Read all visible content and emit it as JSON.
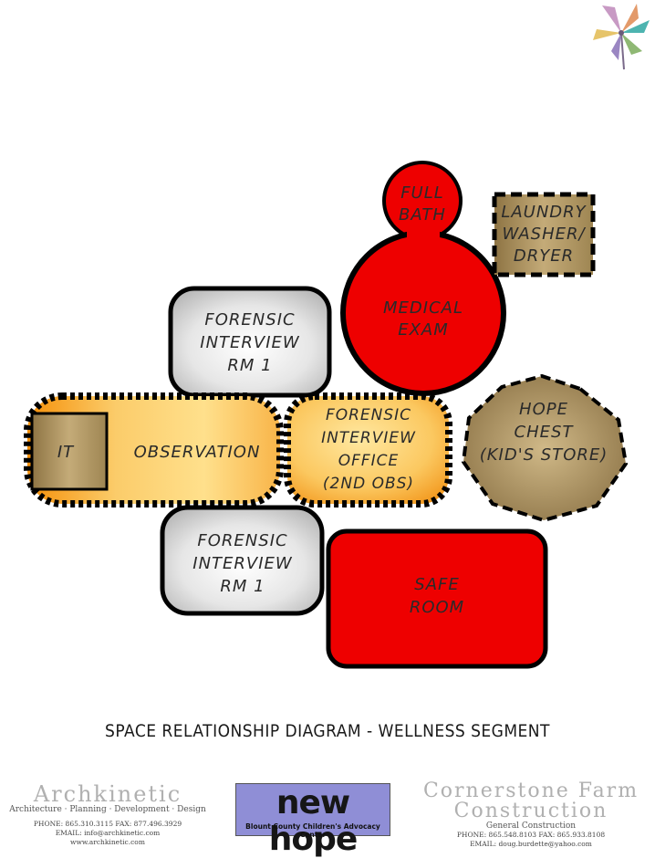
{
  "title": "SPACE RELATIONSHIP DIAGRAM - WELLNESS SEGMENT",
  "rooms": {
    "full_bath": [
      "FULL",
      "BATH"
    ],
    "laundry": [
      "LAUNDRY",
      "WASHER/",
      "DRYER"
    ],
    "medical_exam": [
      "MEDICAL",
      "EXAM"
    ],
    "interview_rm_top": [
      "FORENSIC",
      "INTERVIEW",
      "RM 1"
    ],
    "hope_chest": [
      "HOPE",
      "CHEST",
      "(KID'S STORE)"
    ],
    "it": "IT",
    "observation": "OBSERVATION",
    "interview_office": [
      "FORENSIC",
      "INTERVIEW",
      "OFFICE",
      "(2ND OBS)"
    ],
    "interview_rm_bottom": [
      "FORENSIC",
      "INTERVIEW",
      "RM 1"
    ],
    "safe_room": [
      "SAFE",
      "ROOM"
    ]
  },
  "footer": {
    "left": {
      "name": "Archkinetic",
      "tagline": "Architecture · Planning · Development · Design",
      "phone": "PHONE: 865.310.3115    FAX: 877.496.3929",
      "email": "EMAIL: info@archkinetic.com",
      "web": "www.archkinetic.com"
    },
    "center": {
      "logo_text": "new hope",
      "subtitle": "Blount County Children's Advocacy Center"
    },
    "right": {
      "name_line1": "Cornerstone Farm",
      "name_line2": "Construction",
      "tagline": "General Construction",
      "phone": "PHONE: 865.548.8103   FAX: 865.933.8108",
      "email": "EMAIL: doug.burdette@yahoo.com"
    }
  }
}
